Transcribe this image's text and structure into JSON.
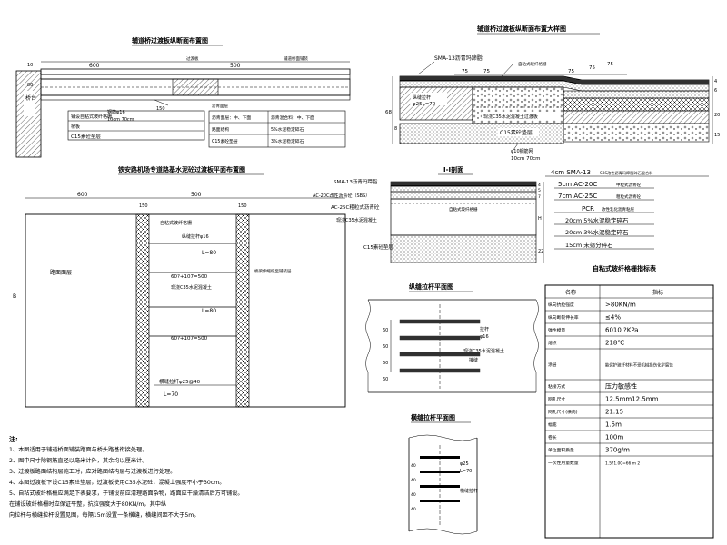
{
  "titles": {
    "longitudinal": "辅道桥过渡板纵断面布置图",
    "detail": "辅道桥过渡板纵断面布置大样图",
    "plan": "铁安路机场专道路基水泥砼过渡板平面布置图",
    "section": "Ⅰ-Ⅰ剖面",
    "dowel_plan": "纵缝拉杆平面图",
    "tie_plan": "横缝拉杆平面图",
    "spec_table": "自粘式玻纤格栅指标表"
  },
  "longitudinal": {
    "dim_600": "600",
    "dim_500": "500",
    "dim_10": "10",
    "dim_80": "80",
    "dim_150": "150",
    "abutment": "桥台",
    "label_right": "铺道桥面铺装",
    "label_mid": "过渡板",
    "row1": "铺设自粘式玻纤格栅",
    "row2": "桥板",
    "row3": "C15素砼垫层",
    "row_a": "路面结构",
    "row_b": "沥青面层",
    "row_c": "C15素砼垫层",
    "lab_a": "沥青面层：中、下面",
    "lab_b": "5%水泥稳定碎石",
    "lab_c": "3%水泥稳定碎石",
    "lab_d": "沥青混合料：中、下面",
    "rebar": "钢筋φ16",
    "rebar2": "10cm 70cm"
  },
  "detail": {
    "sma": "SMA-13沥青玛蹄脂",
    "glass": "自粘式玻纤格栅",
    "d75a": "75",
    "d75b": "75",
    "d75c": "75",
    "d75d": "75",
    "d75e": "75",
    "dowel": "φ25L=70",
    "dowel_lbl": "纵缝拉杆",
    "c35": "现浇C35水泥混凝土过渡板",
    "c15": "C15素砼垫层",
    "rebar": "φ10钢筋网",
    "rebar_dim": "10cm 70cm",
    "dim_68": "68",
    "dim_8": "8",
    "dim_6": "6",
    "dim_4": "4",
    "dim_20": "20",
    "dim_15": "15",
    "layer1": "4cm SMA-13",
    "layer1_note": "SBS改性沥青玛蹄脂碎石混合料",
    "layer2": "5cm AC-20C",
    "layer2_note": "中粒式沥青砼",
    "layer3": "7cm AC-25C",
    "layer3_note": "粗粒式沥青砼",
    "layer4": "PCR",
    "layer4_note": "改性乳化沥青粘层",
    "layer5": "20cm 5%水泥稳定碎石",
    "layer6": "20cm 3%水泥稳定碎石",
    "layer7": "15cm 未筛分碎石"
  },
  "section": {
    "sma": "SMA-13沥青玛蹄脂",
    "ac20": "AC-20C改性沥青砼（SBS）",
    "ac25": "AC-25C粗粒式沥青砼",
    "c35": "现浇C35水泥混凝土",
    "c15": "C15素砼垫层",
    "glass": "自粘式玻纤格栅",
    "dim_4": "4",
    "dim_5": "5",
    "dim_7": "7",
    "dim_H": "H",
    "dim_22": "22"
  },
  "plan": {
    "dim_600": "600",
    "dim_500": "500",
    "dim_150a": "150",
    "dim_150b": "150",
    "dim_B": "B",
    "left_area": "路面面层",
    "right_area": "桥梁伸缩缝至铺装层",
    "top_label": "自粘式玻纤格栅",
    "rebar1": "纵缝拉杆φ16",
    "rebar1_len": "L=80",
    "spacing1": "60?+107=500",
    "c35": "现浇C35水泥混凝土",
    "rebar2_len": "L=80",
    "spacing2": "60?+107=500",
    "dowel": "横缝拉杆φ25@40",
    "dowel_len": "L=70"
  },
  "dowel_plan": {
    "dims": [
      "60",
      "60",
      "60",
      "60"
    ],
    "rebar": "拉杆",
    "rebar2": "φ16",
    "c35": "现浇C35水泥混凝土",
    "joint": "接缝"
  },
  "tie_plan": {
    "label1": "φ25",
    "label2": "L=70",
    "label3": "横缝拉杆",
    "dims": [
      "40",
      "40",
      "40",
      "40"
    ]
  },
  "spec_table": {
    "headers": [
      "名称",
      "指标"
    ],
    "rows": [
      [
        "纵向抗拉强度",
        ">80KN/m"
      ],
      [
        "纵向断裂伸长率",
        "≤4%"
      ],
      [
        "弹性模量",
        "6010 ?KPa"
      ],
      [
        "熔点",
        "218℃"
      ],
      [
        "涂层",
        "能保护玻纤材料不受机械损伤化学腐蚀"
      ],
      [
        "粘接方式",
        "压力敏感性"
      ],
      [
        "网孔尺寸",
        "12.5mm12.5mm"
      ],
      [
        "网孔尺寸(横向)",
        "21.15"
      ],
      [
        "幅宽",
        "1.5m"
      ],
      [
        "卷长",
        "100m"
      ],
      [
        "单位面积质量",
        "370g/m"
      ],
      [
        "一次性用量数量",
        "1.5?1.00=66 m  2"
      ]
    ]
  },
  "notes": {
    "head": "注:",
    "lines": [
      "1、本图适用于铺道桥面铺装路面与桥头路基衔接处理。",
      "2、图中尺寸除钢筋直径以毫米计外，其余均以厘米计。",
      "3、过渡板路面结构层施工时，应对路面结构层与过渡板进行处理。",
      "4、本图过渡板下设C15素砼垫层，过渡板使用C35水泥砼，混凝土强度不小于30cm。",
      "5、自粘式玻纤格栅应满足下表要求，于铺设前应清理路面杂物，路面应干燥清洁后方可铺设。",
      "   在铺设玻纤格栅时应保证平整，抗拉强度大于80KN/m，其中纵",
      "   向拉杆与横缝拉杆设置见图，每隔15m设置一条横缝，横缝间距不大于5m。"
    ]
  }
}
